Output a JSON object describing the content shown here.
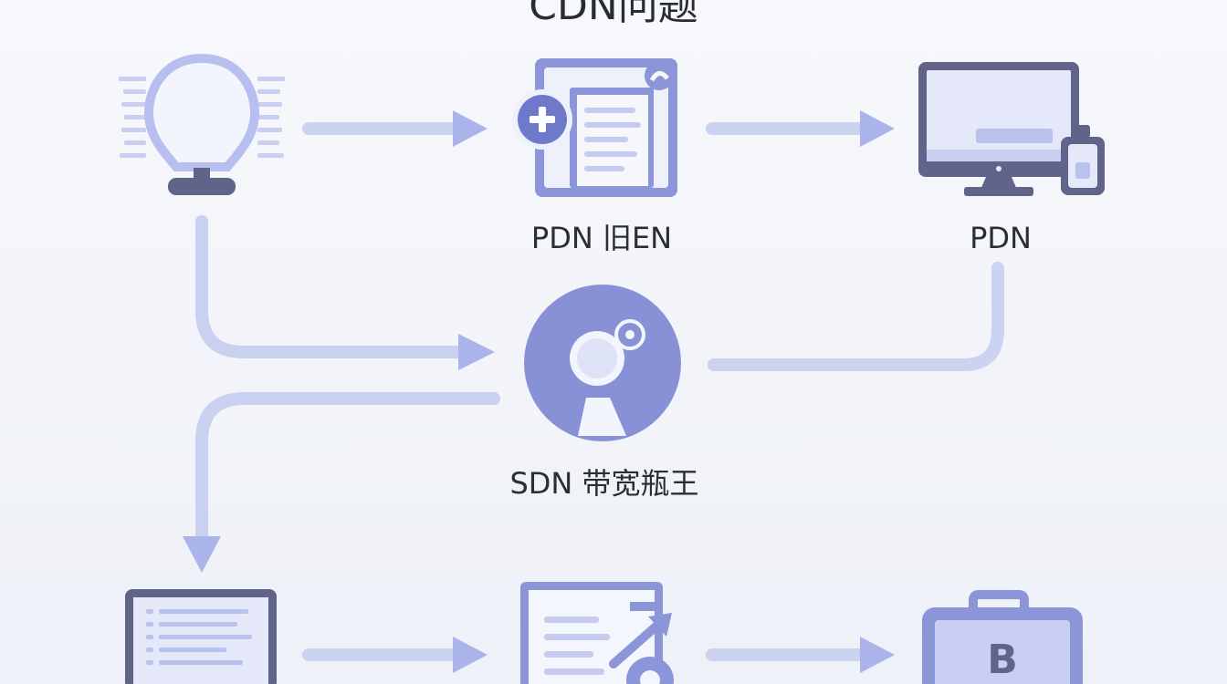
{
  "diagram": {
    "title": "CDN问题",
    "nodes": [
      {
        "id": "lamp",
        "icon": "lightbulb-icon",
        "label": ""
      },
      {
        "id": "doc-add",
        "icon": "document-add-icon",
        "label": "PDN 旧EN"
      },
      {
        "id": "desktop",
        "icon": "desktop-phone-icon",
        "label": "PDN"
      },
      {
        "id": "sdn",
        "icon": "user-circle-icon",
        "label": "SDN 带宽瓶王"
      },
      {
        "id": "laptop",
        "icon": "laptop-icon",
        "label": ""
      },
      {
        "id": "doc-gear",
        "icon": "document-gear-icon",
        "label": ""
      },
      {
        "id": "badge",
        "icon": "b-badge-icon",
        "label": ""
      }
    ],
    "edges": [
      {
        "from": "lamp",
        "to": "doc-add"
      },
      {
        "from": "doc-add",
        "to": "desktop"
      },
      {
        "from": "lamp",
        "to": "sdn"
      },
      {
        "from": "desktop",
        "to": "sdn"
      },
      {
        "from": "sdn",
        "to": "laptop"
      },
      {
        "from": "laptop",
        "to": "doc-gear"
      },
      {
        "from": "doc-gear",
        "to": "badge"
      }
    ],
    "badge_letter": "B",
    "colors": {
      "arrow": "#c3cbef",
      "arrow_head": "#a9b3ea",
      "icon_fill": "#8b95d9",
      "icon_light": "#dde2f7",
      "icon_dark": "#5e6388"
    }
  }
}
